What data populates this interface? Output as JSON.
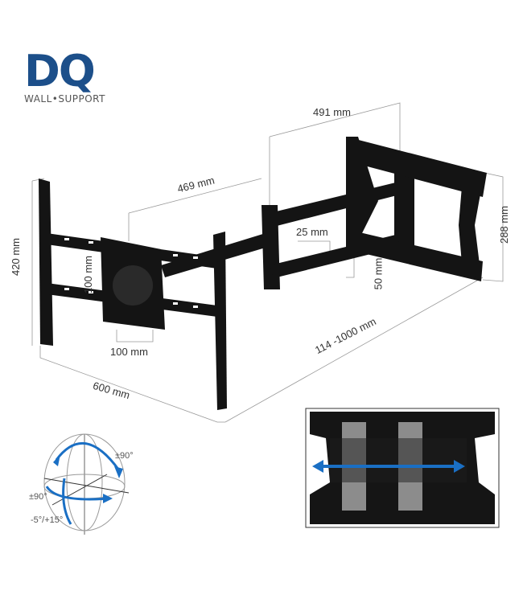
{
  "logo": {
    "mark": "DQ",
    "tagline": "WALL•SUPPORT",
    "color": "#1c4f8a"
  },
  "dimensions": {
    "arm_depth_max": "491 mm",
    "arm_depth_mid": "469 mm",
    "vesa_height": "420 mm",
    "vesa_min_vertical": "100 mm",
    "vesa_min_horizontal": "100 mm",
    "wall_plate_offset": "25 mm",
    "wall_plate_inner": "50 mm",
    "wall_plate_height": "288 mm",
    "extension_range": "114 -1000 mm",
    "vesa_width": "600 mm"
  },
  "rotation": {
    "swivel": "±90°",
    "rotate": "±90°",
    "tilt": "-5°/+15°",
    "arrow_color": "#1a6fc4"
  },
  "inset": {
    "description_icon": "lateral-shift-arrow",
    "arrow_color": "#1a6fc4"
  }
}
